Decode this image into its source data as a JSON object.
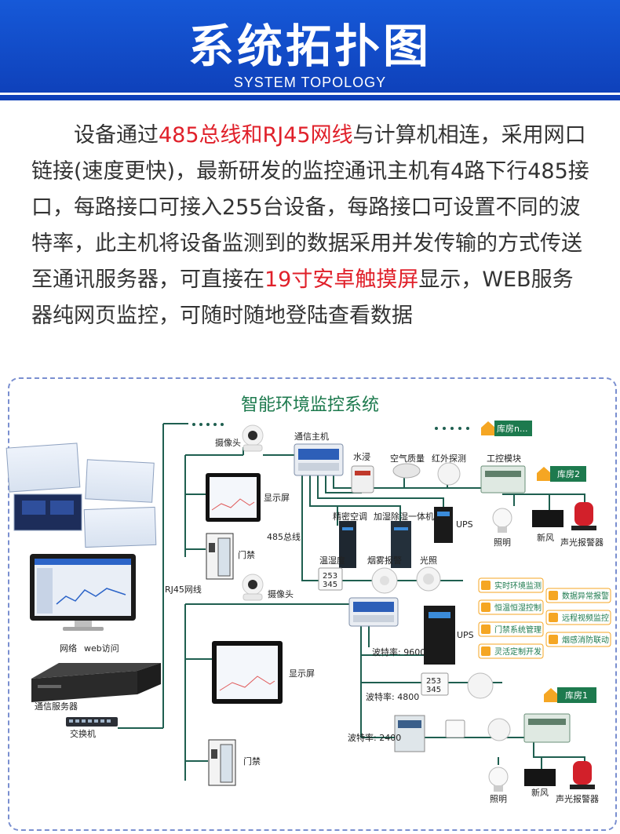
{
  "header": {
    "title": "系统拓扑图",
    "subtitle": "SYSTEM TOPOLOGY"
  },
  "intro": {
    "parts": [
      {
        "text": "设备通过",
        "highlight": false
      },
      {
        "text": "485总线和RJ45网线",
        "highlight": true
      },
      {
        "text": "与计算机相连，采用网口链接(速度更快)，最新研发的监控通讯主机有4路下行485接口，每路接口可接入255台设备，每路接口可设置不同的波特率，此主机将设备监测到的数据采用并发传输的方式传送至通讯服务器，可直接在",
        "highlight": false
      },
      {
        "text": "19寸安卓触摸屏",
        "highlight": true
      },
      {
        "text": "显示，WEB服务器纯网页监控，可随时随地登陆查看数据",
        "highlight": false
      }
    ]
  },
  "diagram": {
    "title": "智能环境监控系统",
    "labels": {
      "camera1": "摄像头",
      "camera2": "摄像头",
      "comm_host": "通信主机",
      "display1": "显示屏",
      "display2": "显示屏",
      "door1": "门禁",
      "door2": "门禁",
      "bus485": "485总线",
      "rj45": "RJ45网线",
      "network": "网络",
      "web": "web访问",
      "server": "通信服务器",
      "switch": "交换机",
      "water": "水浸",
      "air_quality": "空气质量",
      "ir": "红外探测",
      "io_module": "工控模块",
      "ac": "精密空调",
      "humidifier": "加湿除湿一体机",
      "ups1": "UPS",
      "ups2": "UPS",
      "temp_hum1": "温湿度",
      "smoke1": "烟雾报警",
      "light_sensor": "光照",
      "lighting1": "照明",
      "lighting2": "照明",
      "fresh_air1": "新风",
      "fresh_air2": "新风",
      "alarm1": "声光报警器",
      "alarm2": "声光报警器",
      "room_n": "库房n...",
      "room2": "库房2",
      "room1": "库房1",
      "baud1": "波特率: 9600",
      "baud2": "波特率: 4800",
      "baud3": "波特率: 2400"
    },
    "features_left": [
      "实时环境监测",
      "恒温恒湿控制",
      "门禁系统管理",
      "灵活定制开发"
    ],
    "features_right": [
      "数据异常报警",
      "远程视频监控",
      "烟感消防联动"
    ],
    "colors": {
      "line": "#1f5f50",
      "accent_orange": "#f5a623",
      "title_green": "#1d7a4e",
      "header_blue": "#1250c8",
      "highlight_red": "#e0202a"
    }
  }
}
